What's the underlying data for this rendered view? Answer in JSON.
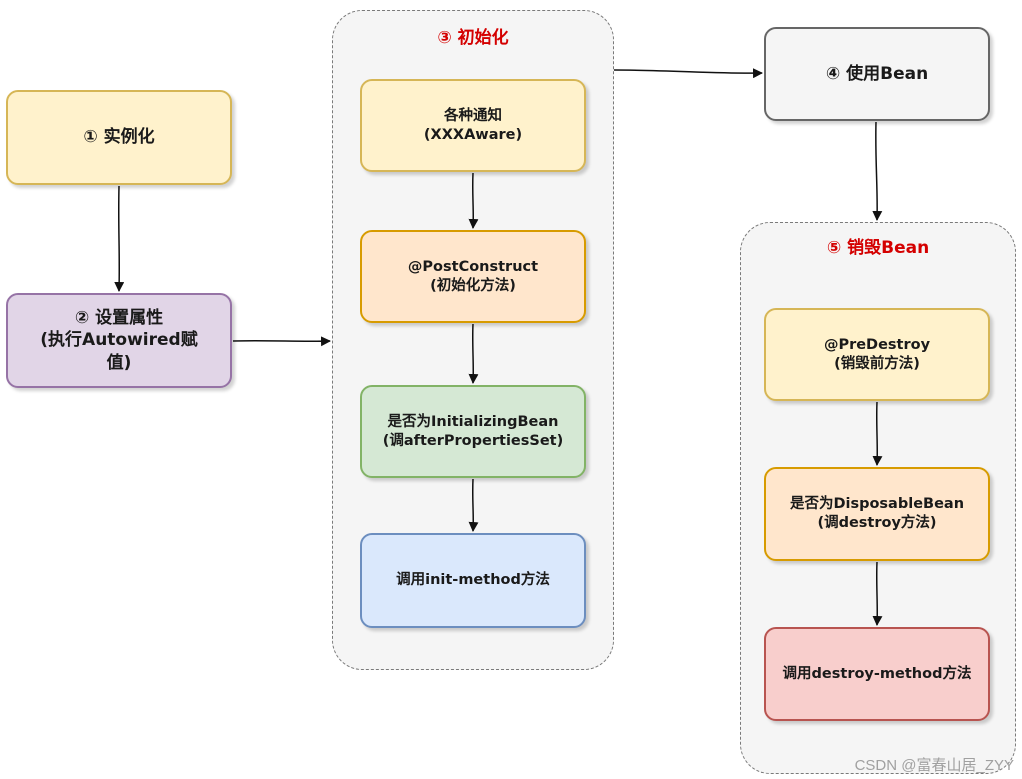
{
  "diagram": {
    "nodes": {
      "instantiate": "① 实例化",
      "set_properties": "② 设置属性\n(执行Autowired赋\n值)",
      "aware": "各种通知\n(XXXAware)",
      "post_construct": "@PostConstruct\n(初始化方法)",
      "initializing_bean": "是否为InitializingBean\n(调afterPropertiesSet)",
      "init_method": "调用init-method方法",
      "use_bean": "④ 使用Bean",
      "pre_destroy": "@PreDestroy\n(销毁前方法)",
      "disposable_bean": "是否为DisposableBean\n(调destroy方法)",
      "destroy_method": "调用destroy-method方法"
    },
    "groups": {
      "init": "③ 初始化",
      "destroy": "⑤ 销毁Bean"
    },
    "colors": {
      "group_title": "#d40000",
      "yellow": "#fff2cc",
      "purple": "#e1d5e7",
      "orange": "#ffe6cc",
      "green": "#d5e8d4",
      "blue": "#dae8fc",
      "gray": "#f5f5f5",
      "red": "#f8cecc"
    }
  },
  "watermark": "CSDN @富春山居_ZYY"
}
